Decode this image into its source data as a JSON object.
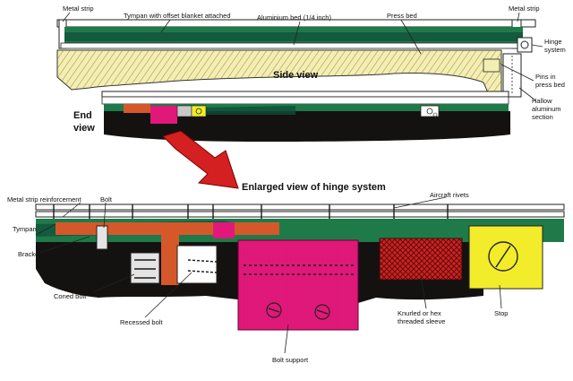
{
  "side_view": {
    "title": "Side view",
    "labels": {
      "metal_strip_left": "Metal strip",
      "tympan": "Tympan with offset blanket attached",
      "aluminium_bed": "Aluminium bed (1/4 inch)",
      "press_bed": "Press bed",
      "metal_strip_right": "Metal strip",
      "hinge_1": "Hinge",
      "hinge_2": "system",
      "pins_1": "Pins in",
      "pins_2": "press bed",
      "hallow_1": "Hallow",
      "hallow_2": "aluminum",
      "hallow_3": "section"
    }
  },
  "end_view": {
    "title_1": "End",
    "title_2": "view"
  },
  "hinge_view": {
    "title": "Enlarged view of hinge system",
    "labels": {
      "metal_strip": "Metal strip reinforcement",
      "bolt": "Bolt",
      "aircraft_rivets": "Aircraft rivets",
      "tympan": "Tympan",
      "bracket": "Bracket",
      "coned_bolt": "Coned bolt",
      "recessed_bolt": "Recessed bolt",
      "knurled_1": "Knurled or hex",
      "knurled_2": "threaded sleeve",
      "stop": "Stop",
      "bolt_support": "Bolt support"
    }
  },
  "colors": {
    "green": "#1f7a4a",
    "dark_green": "#0f4d3a",
    "black": "#141210",
    "magenta": "#e0187a",
    "orange": "#d5582a",
    "red": "#d42020",
    "yellow": "#f2ec2a",
    "cream": "#f3efb3"
  }
}
